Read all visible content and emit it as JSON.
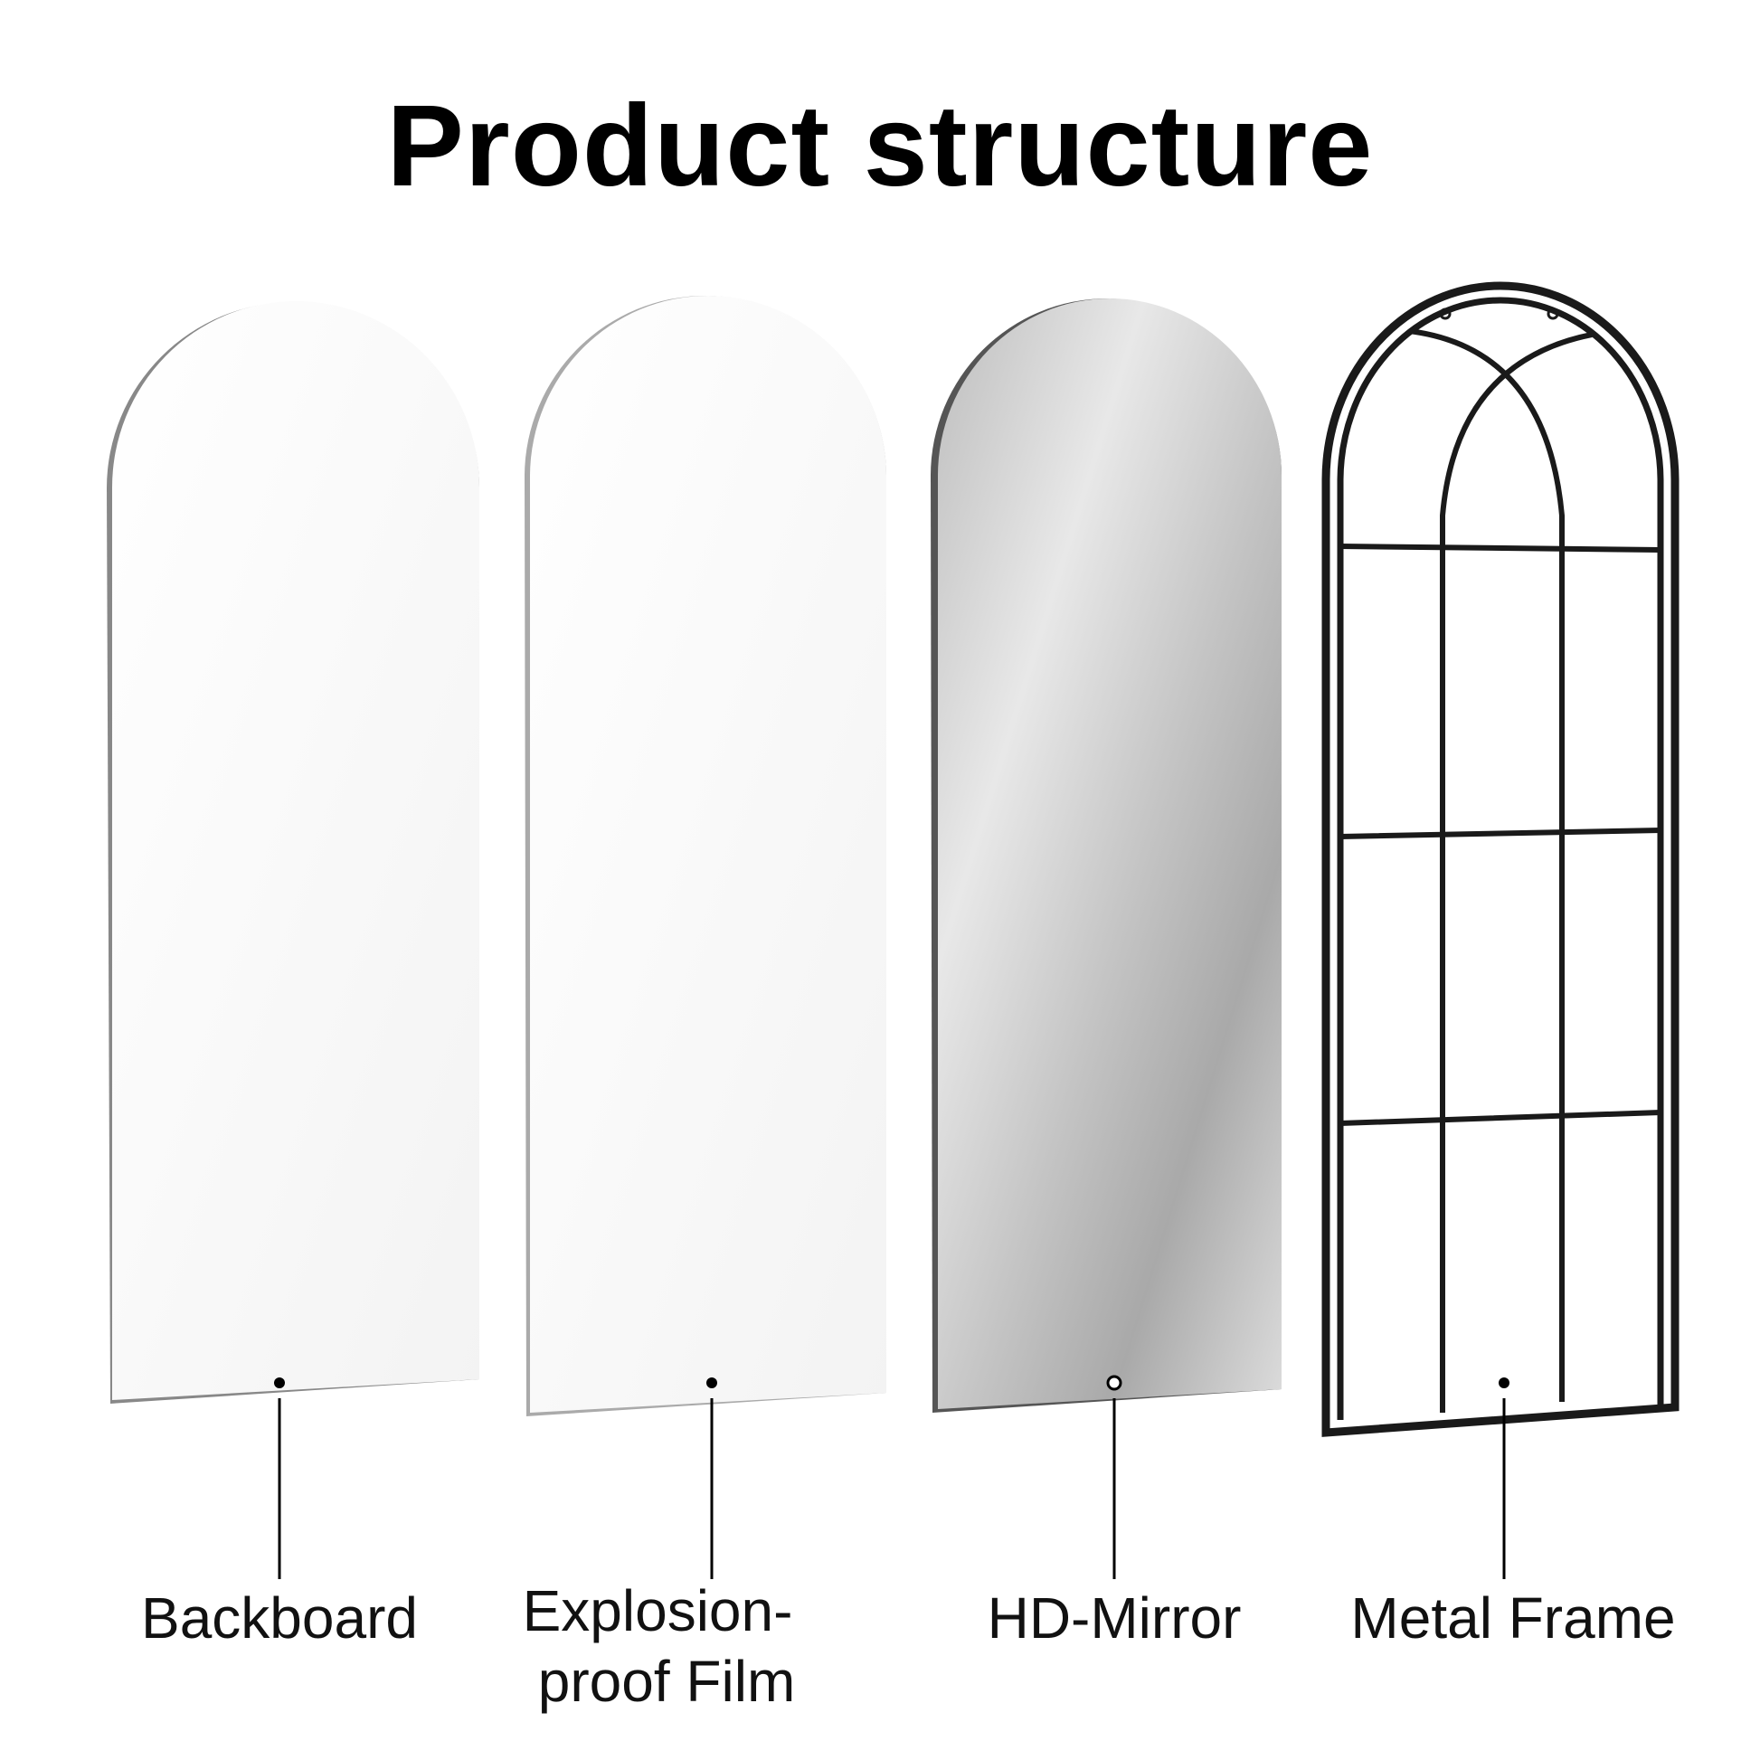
{
  "title": "Product structure",
  "layers": [
    {
      "label": "Backboard",
      "icon": "backboard-panel"
    },
    {
      "label_lines": [
        "Explosion-",
        "proof Film"
      ],
      "icon": "film-panel"
    },
    {
      "label": "HD-Mirror",
      "icon": "mirror-panel"
    },
    {
      "label": "Metal Frame",
      "icon": "metal-frame"
    }
  ],
  "colors": {
    "frame": "#1a1a1a",
    "mirror_light": "#e6e6e6",
    "mirror_dark": "#a8a8a8"
  }
}
